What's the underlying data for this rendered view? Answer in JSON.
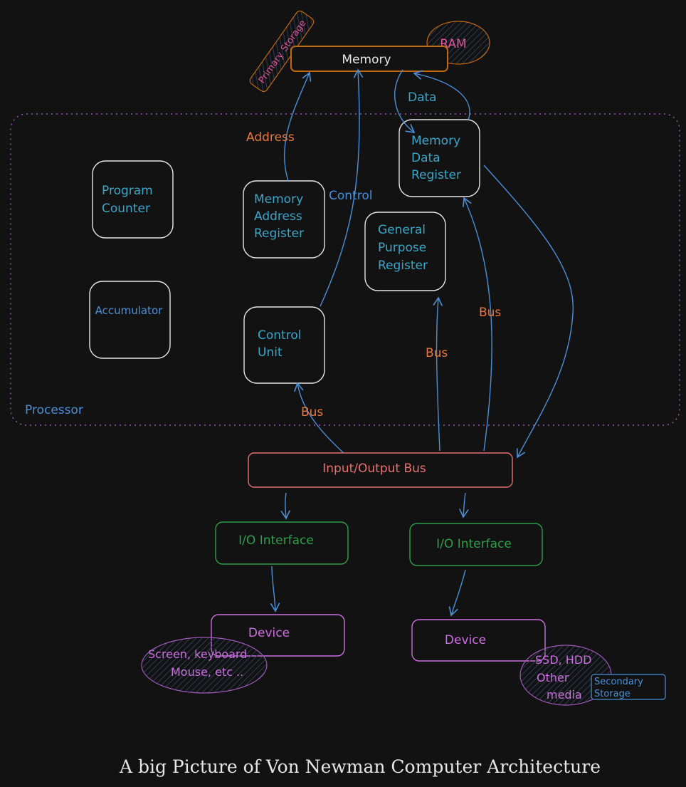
{
  "colors": {
    "background": "#121212",
    "node_text": "#3aa6c9",
    "arrow": "#4a90d9",
    "label_orange": "#e8793a",
    "memory_border": "#c2690f",
    "processor_border": "#9b59b6",
    "bus_red": "#e57373",
    "io_green": "#2e9e4d",
    "device_purple": "#cc6fe0",
    "pink": "#e0559b",
    "white_text": "#e6e6e6"
  },
  "memory": {
    "label": "Memory",
    "tag_primary": "Primary Storage",
    "tag_ram": "RAM"
  },
  "processor": {
    "label": "Processor",
    "program_counter": [
      "Program",
      "Counter"
    ],
    "accumulator": "Accumulator",
    "mar": [
      "Memory",
      "Address",
      "Register"
    ],
    "mdr": [
      "Memory",
      "Data",
      "Register"
    ],
    "gpr": [
      "General",
      "Purpose",
      "Register"
    ],
    "control_unit": [
      "Control",
      "Unit"
    ]
  },
  "edges": {
    "address": "Address",
    "control": "Control",
    "data": "Data",
    "bus_mdr": "Bus",
    "bus_gpr": "Bus",
    "bus_cu": "Bus"
  },
  "io_bus": {
    "label": "Input/Output Bus"
  },
  "io_left": {
    "label": "I/O Interface"
  },
  "io_right": {
    "label": "I/O Interface"
  },
  "device_left": {
    "label": "Device",
    "note": [
      "Screen, keyboard",
      "Mouse, etc .."
    ]
  },
  "device_right": {
    "label": "Device",
    "note": [
      "SSD, HDD",
      "Other",
      "media"
    ],
    "tag": [
      "Secondary",
      "Storage"
    ]
  },
  "title": "A big Picture of Von Newman Computer Architecture"
}
